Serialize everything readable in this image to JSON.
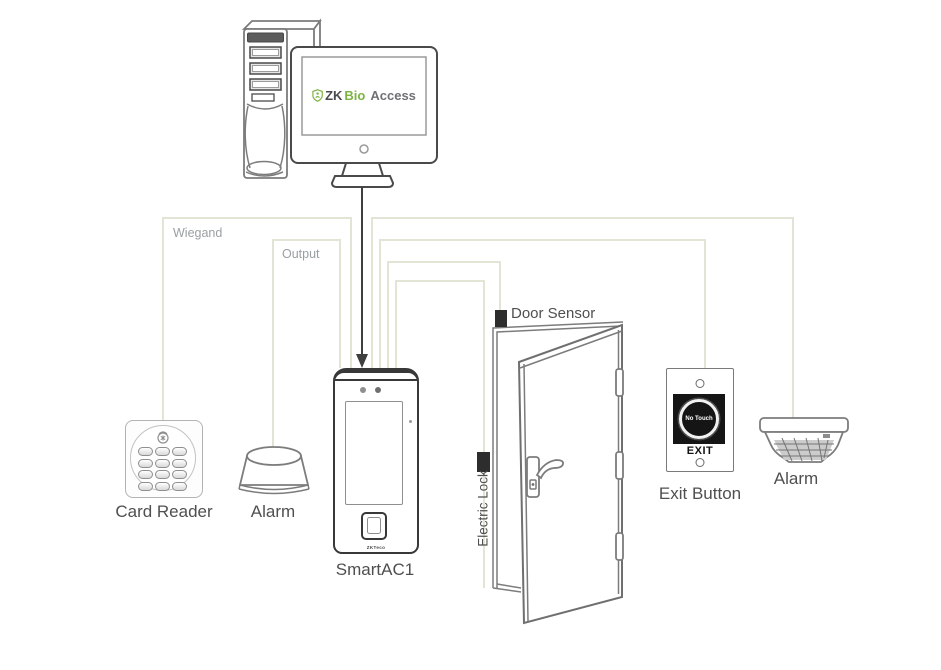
{
  "monitor": {
    "logo_zk": "ZK",
    "logo_bio": "Bio",
    "logo_access": "Access"
  },
  "wire_labels": {
    "wiegand": "Wiegand",
    "output": "Output"
  },
  "door": {
    "sensor": "Door Sensor",
    "lock": "Electric Lock"
  },
  "devices": {
    "card_reader_label": "Card Reader",
    "alarm_left_label": "Alarm",
    "smartac1_label": "SmartAC1",
    "smartac1_logo": "ZKTeco",
    "exit_button_label": "Exit Button",
    "exit_button_no_touch": "No Touch",
    "exit_button_exit": "EXIT",
    "alarm_right_label": "Alarm"
  },
  "colors": {
    "wire": "#e2e5d6",
    "brand_green": "#7cb342",
    "label_dark": "#4f4f4f",
    "label_light": "#9aa0a2"
  }
}
